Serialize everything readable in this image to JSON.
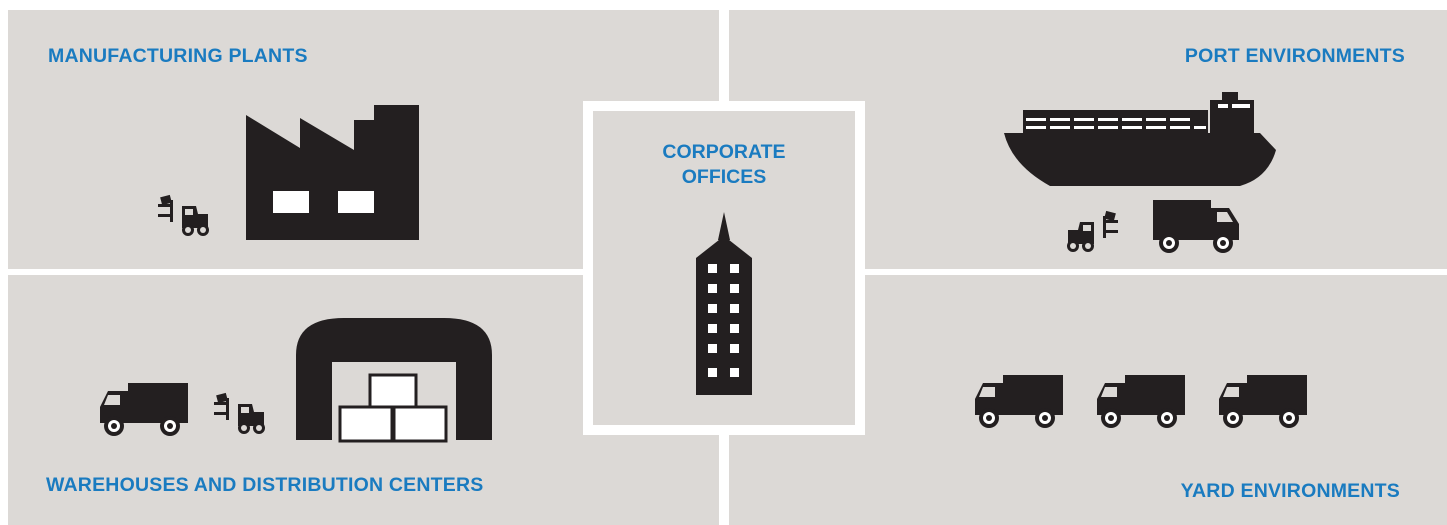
{
  "sections": {
    "manufacturing": {
      "title": "MANUFACTURING PLANTS",
      "icon": "factory-icon"
    },
    "port": {
      "title": "PORT ENVIRONMENTS",
      "icon": "cargo-ship-icon"
    },
    "warehouses": {
      "title": "WAREHOUSES AND DISTRIBUTION CENTERS",
      "icon": "warehouse-icon"
    },
    "yard": {
      "title": "YARD ENVIRONMENTS",
      "icon": "truck-fleet-icon"
    },
    "corporate": {
      "title_line1": "CORPORATE",
      "title_line2": "OFFICES",
      "icon": "office-tower-icon"
    }
  },
  "colors": {
    "panel": "#dcd9d6",
    "label": "#1a7bc0",
    "icon": "#231f20",
    "divider": "#ffffff"
  }
}
